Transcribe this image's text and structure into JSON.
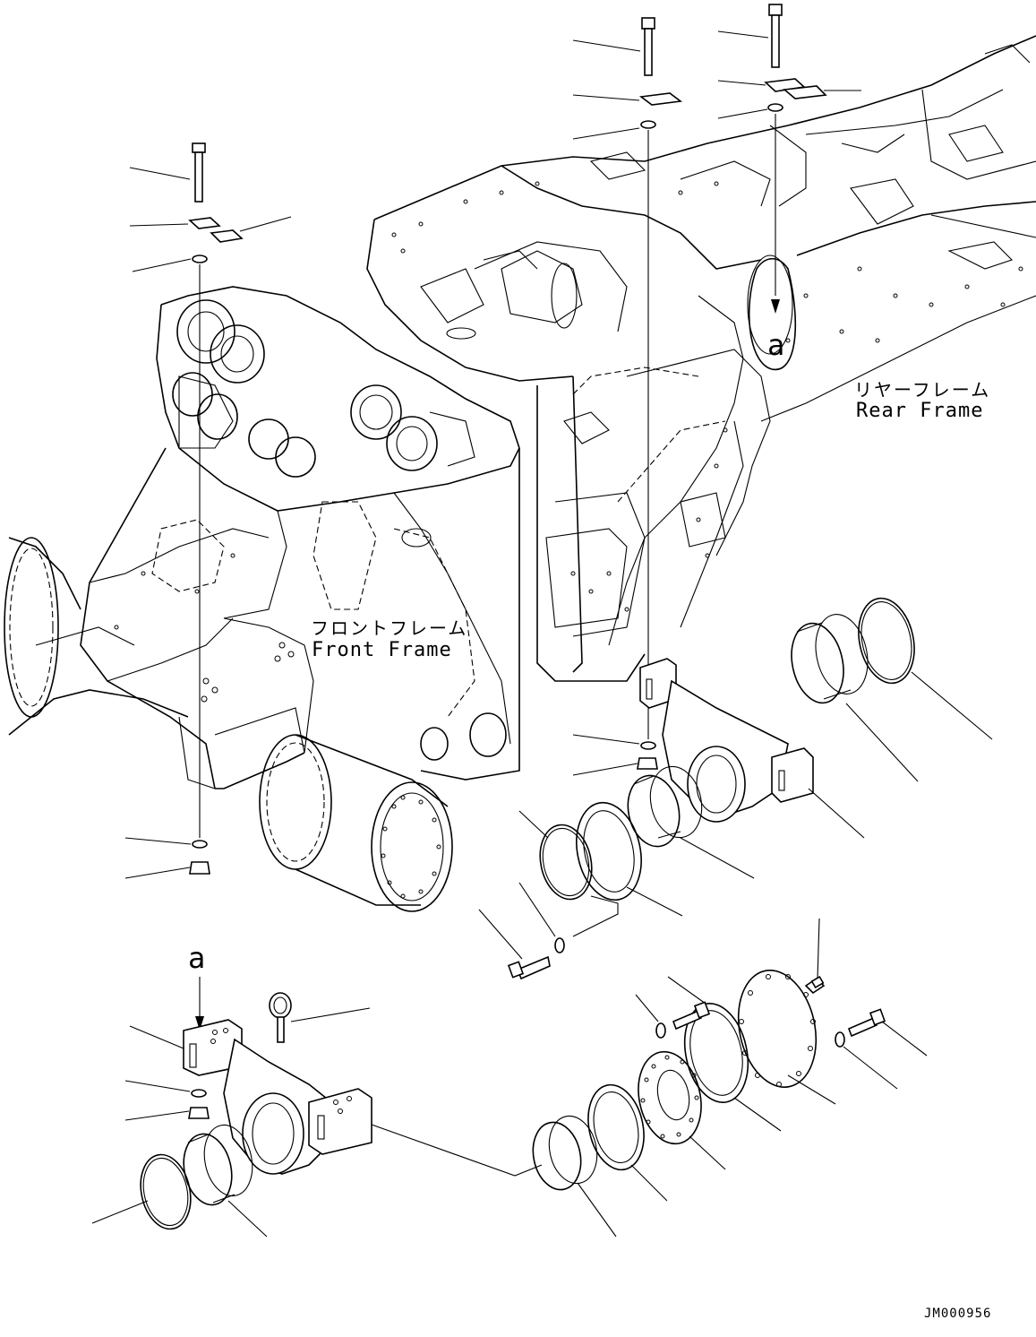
{
  "labels": {
    "front_frame_jp": "フロントフレーム",
    "front_frame_en": "Front Frame",
    "rear_frame_jp": "リヤーフレーム",
    "rear_frame_en": "Rear Frame",
    "ref_a_top": "a",
    "ref_a_bottom": "a",
    "drawing_id": "JM000956"
  },
  "icons": [
    "bolt-icon",
    "shim-icon",
    "washer-icon",
    "nut-icon",
    "eye-bolt-icon",
    "snap-ring-icon",
    "bearing-icon",
    "seal-icon",
    "cover-plate-icon",
    "grease-fitting-icon"
  ],
  "colors": {
    "line": "#000000",
    "background": "#ffffff"
  }
}
